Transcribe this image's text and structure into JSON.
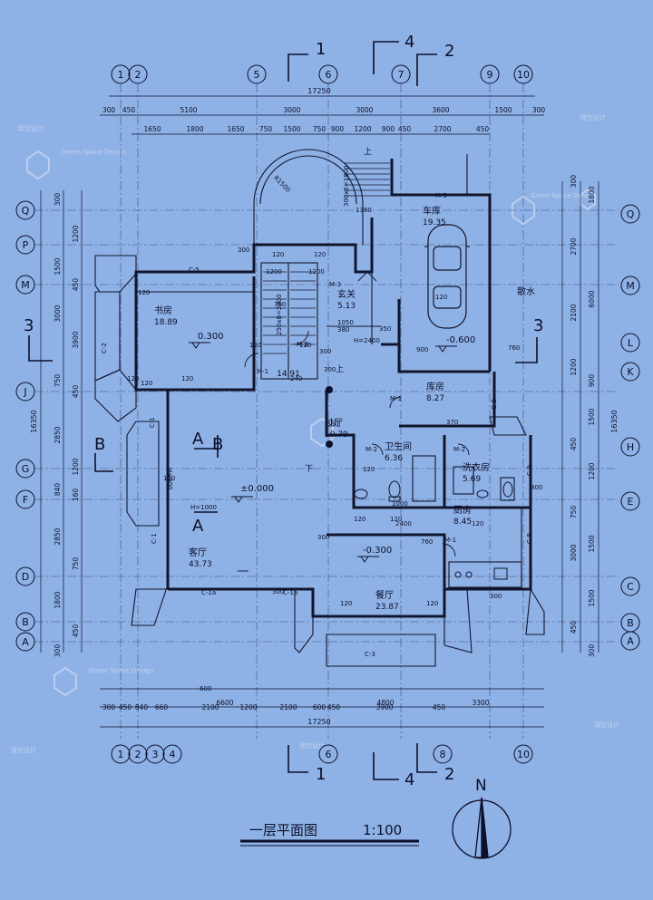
{
  "colors": {
    "bg": "#8fb2e6",
    "ink": "#0b0f2a",
    "wall": "#11152e",
    "watermark": "#c8d8f2"
  },
  "title": {
    "text": "一层平面图",
    "scale": "1:100"
  },
  "north": "N",
  "axes_top": [
    "1",
    "2",
    "5",
    "6",
    "7",
    "9",
    "10"
  ],
  "axes_bottom": [
    "1",
    "2",
    "3",
    "4",
    "6",
    "8",
    "10"
  ],
  "axes_left": [
    "Q",
    "P",
    "M",
    "J",
    "G",
    "F",
    "D",
    "B",
    "A"
  ],
  "axes_right": [
    "Q",
    "M",
    "L",
    "K",
    "H",
    "E",
    "C",
    "B",
    "A"
  ],
  "section_marks": [
    "1",
    "4",
    "2",
    "3",
    "A",
    "B"
  ],
  "dims_total": "17250",
  "dims_left_total": "16350",
  "dims_right_total": "16350",
  "dims_top_row1": [
    "300",
    "450",
    "5100",
    "3000",
    "3000",
    "3600",
    "1500",
    "300"
  ],
  "dims_top_row2": [
    "1650",
    "1800",
    "1650",
    "750",
    "1500",
    "750",
    "900",
    "1200",
    "900",
    "450",
    "2700",
    "450"
  ],
  "dims_bottom_row1": [
    "300",
    "450",
    "840",
    "660",
    "2100",
    "1200",
    "2100",
    "600",
    "450",
    "3900",
    "450"
  ],
  "dims_bottom_row2": [
    "6600",
    "4800",
    "3300"
  ],
  "dims_left": [
    "300",
    "1200",
    "1500",
    "450",
    "3000",
    "3900",
    "750",
    "450",
    "2850",
    "1200",
    "840",
    "160",
    "2850",
    "750",
    "1800",
    "450",
    "300"
  ],
  "dims_right": [
    "300",
    "1800",
    "2700",
    "6000",
    "2100",
    "900",
    "1200",
    "1500",
    "450",
    "1200",
    "750",
    "1500",
    "3000",
    "1500",
    "450",
    "300"
  ],
  "rooms": [
    {
      "name": "书房",
      "area": "18.89"
    },
    {
      "name": "玄关",
      "area": "5.13"
    },
    {
      "name": "车库",
      "area": "19.35"
    },
    {
      "name": "过厅",
      "area": "10.79"
    },
    {
      "name": "库房",
      "area": "8.27"
    },
    {
      "name": "卫生间",
      "area": "6.36"
    },
    {
      "name": "洗衣房",
      "area": "5.69"
    },
    {
      "name": "厨房",
      "area": "8.45"
    },
    {
      "name": "客厅",
      "area": "43.73"
    },
    {
      "name": "餐厅",
      "area": "23.87"
    }
  ],
  "stair_area": "14.91",
  "levels": [
    "0.300",
    "±0.000",
    "-0.600",
    "-0.300"
  ],
  "labels": {
    "up": "上",
    "down": "下",
    "drain": "散水",
    "radius": "R1500",
    "stair1": "250x8=2000",
    "stair2": "300x6=1800",
    "h900": "H=900",
    "h1000": "H=1000",
    "h2400": "H=2400"
  },
  "door_labels": [
    "M-1",
    "M-2",
    "M-3",
    "M-5",
    "C-1",
    "C-2",
    "C-3",
    "C-5",
    "C-8",
    "C-9",
    "C-1a"
  ],
  "misc_dims": [
    "120",
    "240",
    "300",
    "350",
    "360",
    "370",
    "380",
    "600",
    "760",
    "900",
    "1000",
    "1050",
    "1200",
    "1380",
    "2400",
    "3600"
  ],
  "watermarks": [
    "Green Space Design",
    "绿空设计"
  ]
}
